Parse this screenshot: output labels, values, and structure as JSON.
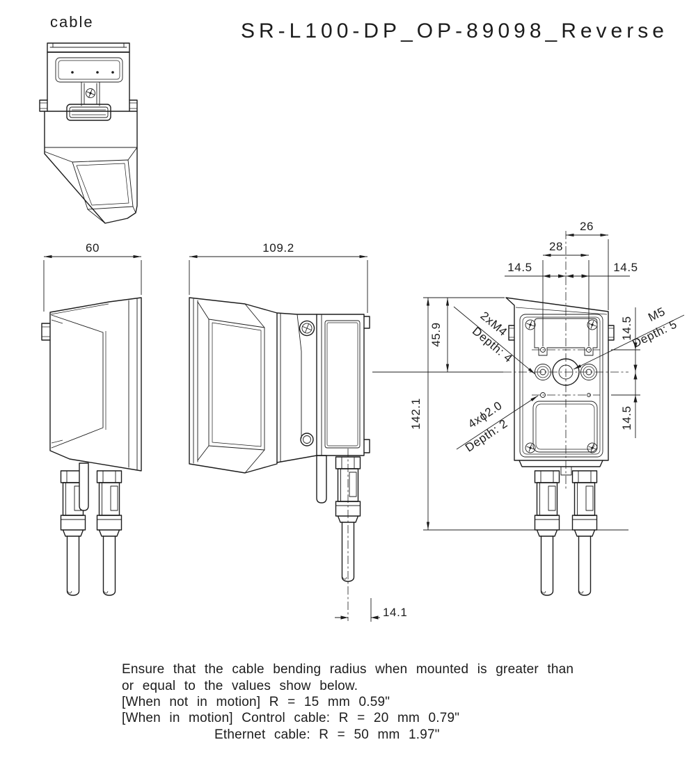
{
  "drawing": {
    "title": "SR-L100-DP_OP-89098_Reverse",
    "cable_label": "cable",
    "dims": {
      "side_width": "60",
      "front_depth": "109.2",
      "cable_offset": "14.1",
      "rear_center_to_edge": "26",
      "rear_hole_spacing": "28",
      "rear_left_hole_offset": "14.5",
      "rear_right_hole_offset": "14.5",
      "rear_upper_hole_offset": "14.5",
      "rear_lower_hole_offset": "14.5",
      "top_to_center": "45.9",
      "total_height": "142.1"
    },
    "callouts": {
      "m4_label": "2xM4",
      "m4_depth": "Depth: 4",
      "m5_label": "M5",
      "m5_depth": "Depth: 5",
      "phi_label": "4xϕ2.0",
      "phi_depth": "Depth: 2"
    },
    "notes": [
      "Ensure that the cable bending radius when mounted is greater than",
      "or equal to the values show below.",
      "[When not in motion] R = 15 mm 0.59\"",
      "[When in motion] Control cable: R = 20 mm 0.79\"",
      "Ethernet cable: R = 50 mm 1.97\""
    ],
    "colors": {
      "line": "#1c1c1c",
      "background": "#ffffff"
    }
  }
}
